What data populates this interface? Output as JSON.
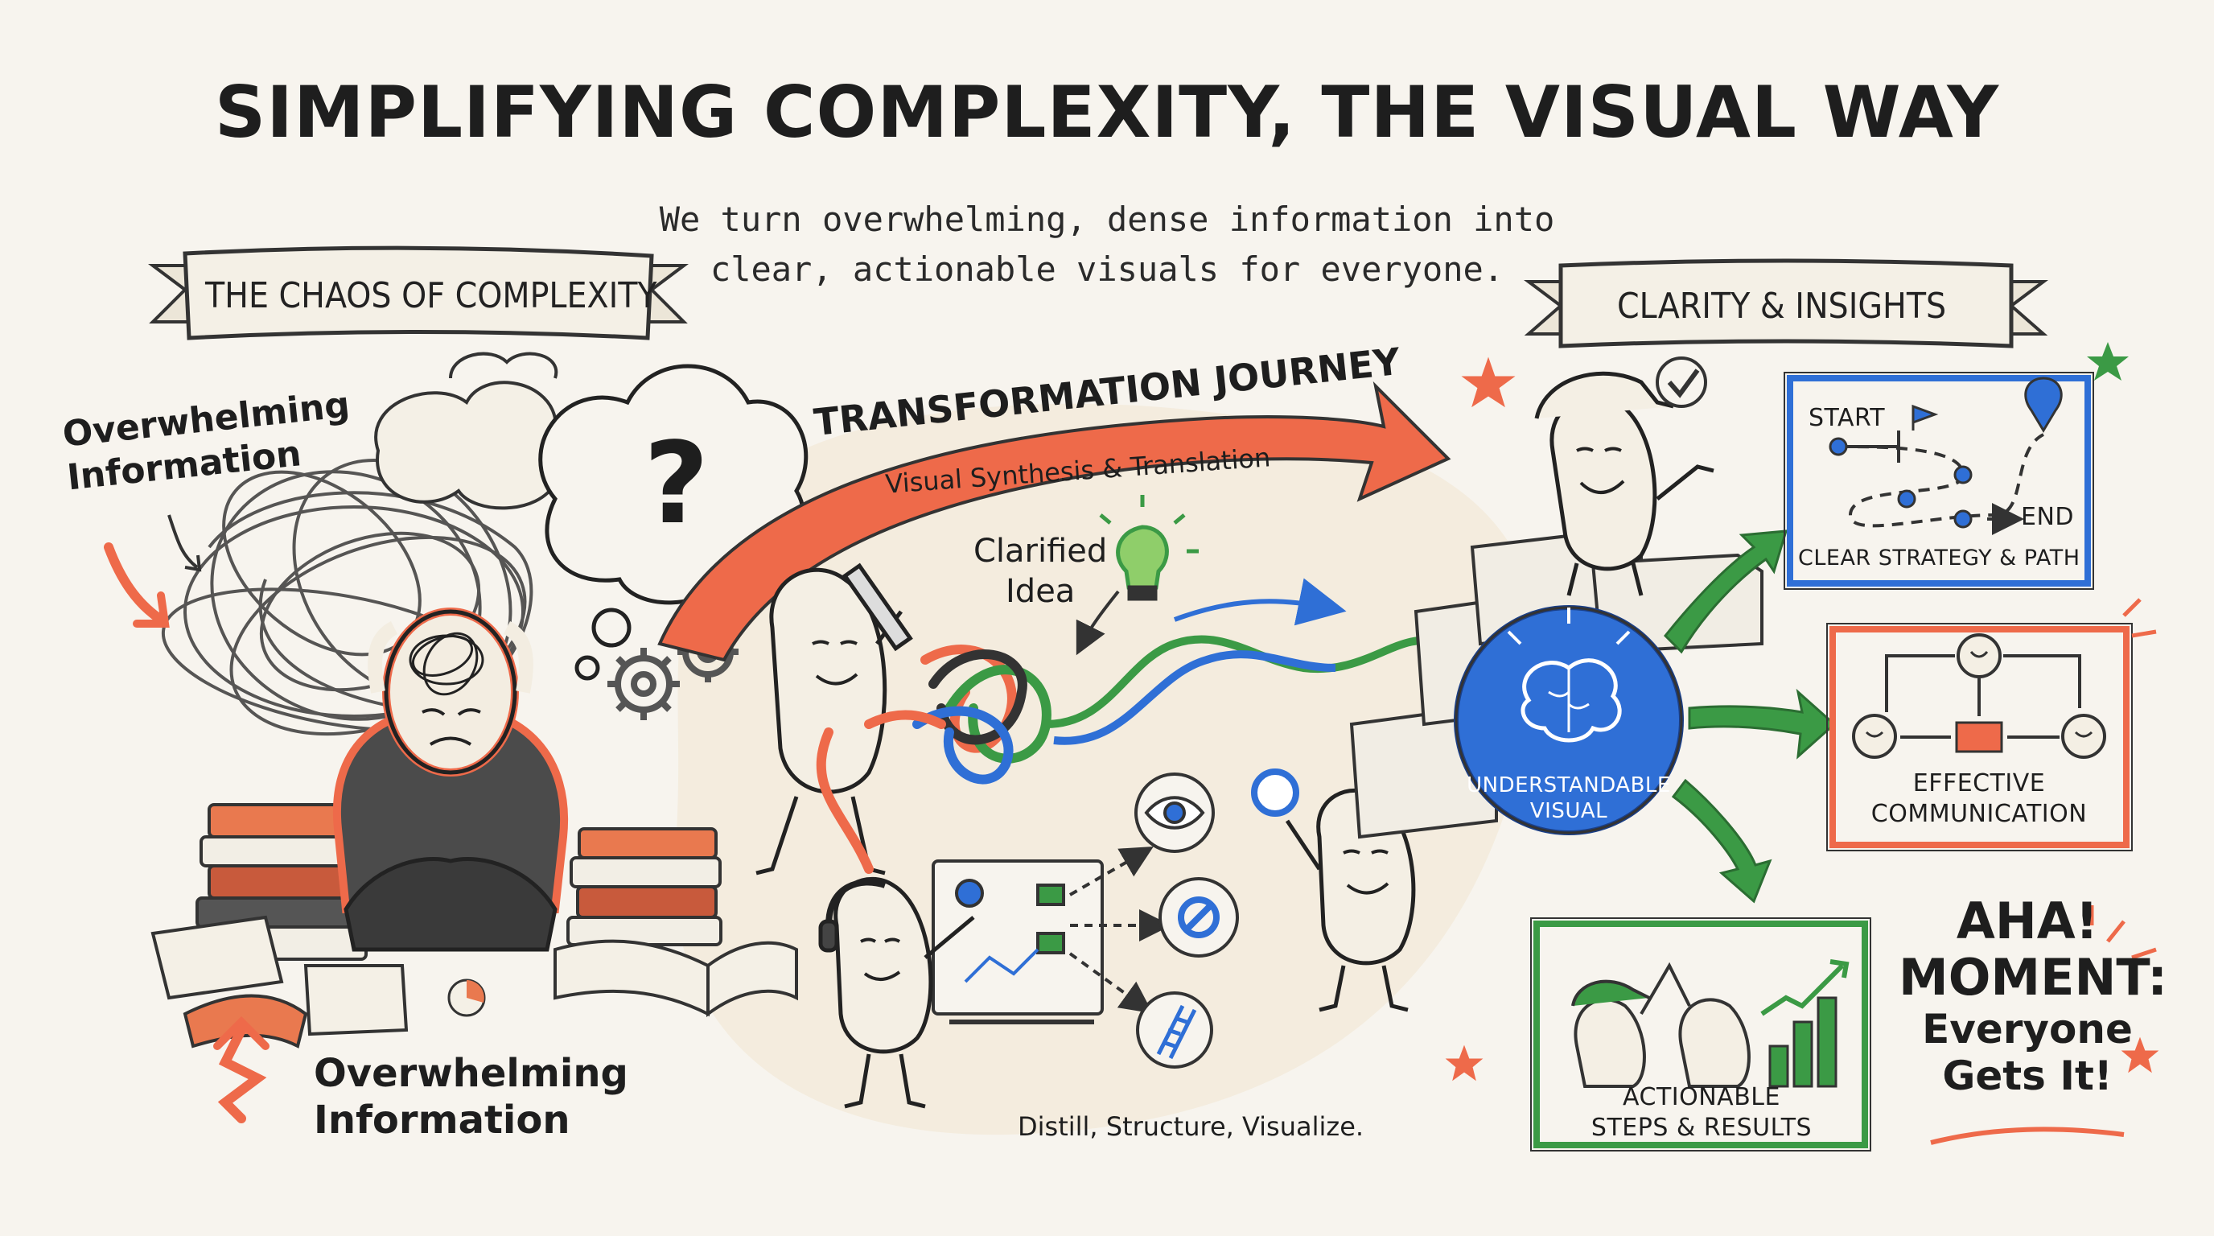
{
  "title": "SIMPLIFYING COMPLEXITY, THE VISUAL WAY",
  "subtitle_line1": "We turn overwhelming, dense information into",
  "subtitle_line2": "clear, actionable visuals for everyone.",
  "left_section": {
    "banner": "THE CHAOS OF COMPLEXITY",
    "label_top_line1": "Overwhelming",
    "label_top_line2": "Information",
    "label_bottom_line1": "Overwhelming",
    "label_bottom_line2": "Information",
    "question_mark": "?"
  },
  "middle_section": {
    "journey_title": "TRANSFORMATION JOURNEY",
    "journey_subtitle": "Visual Synthesis & Translation",
    "clarified_line1": "Clarified",
    "clarified_line2": "Idea",
    "process_caption": "Distill, Structure, Visualize."
  },
  "right_section": {
    "banner": "CLARITY & INSIGHTS",
    "hub_line1": "UNDERSTANDABLE",
    "hub_line2": "VISUAL",
    "card_strategy": {
      "start": "START",
      "end": "END",
      "caption": "CLEAR STRATEGY & PATH"
    },
    "card_communication": {
      "line1": "EFFECTIVE",
      "line2": "COMMUNICATION"
    },
    "card_results": {
      "line1": "ACTIONABLE",
      "line2": "STEPS & RESULTS"
    },
    "aha_line1": "AHA!",
    "aha_line2": "MOMENT:",
    "aha_line3": "Everyone",
    "aha_line4": "Gets It!"
  },
  "colors": {
    "accent_orange": "#ee6a4a",
    "accent_blue": "#2f6fd6",
    "accent_green": "#3b9a45",
    "ink": "#1e1e1e"
  }
}
